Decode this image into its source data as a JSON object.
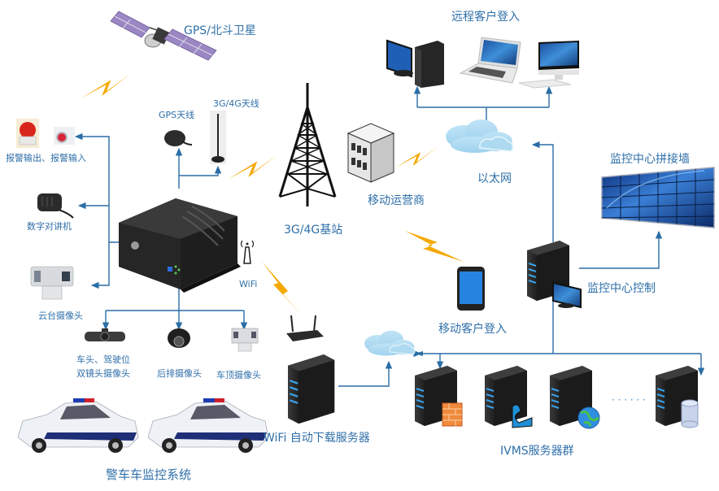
{
  "title": "警车车监控系统",
  "colors": {
    "label": "#2f6fa8",
    "connector": "#2a6da6",
    "signal": "#f5a800",
    "device_dark": "#2b2b2b",
    "server_led": "#3aa0e8",
    "cloud": "#a9d8f0",
    "screen_blue": "#1f5fb5"
  },
  "labels": {
    "satellite": "GPS/北斗卫星",
    "gps_antenna": "GPS天线",
    "cellular_antenna": "3G/4G天线",
    "alarm_io": "报警输出、报警输入",
    "intercom": "数字对讲机",
    "ptz_camera": "云台摄像头",
    "dual_lens_camera_line1": "车头、驾驶位",
    "dual_lens_camera_line2": "双镜头摄像头",
    "rear_camera": "后排摄像头",
    "roof_camera": "车顶摄像头",
    "system_title": "警车车监控系统",
    "base_station": "3G/4G基站",
    "wifi": "WiFi",
    "carrier": "移动运营商",
    "ethernet": "以太网",
    "remote_login": "远程客户登入",
    "mobile_login": "移动客户登入",
    "video_wall": "监控中心拼接墙",
    "control_center": "监控中心控制",
    "wifi_server": "WiFi 自动下载服务器",
    "ivms_cluster": "IVMS服务器群",
    "ellipsis": "· · · · · ·"
  },
  "nodes": [
    {
      "id": "satellite",
      "icon": "satellite-icon"
    },
    {
      "id": "gps_antenna",
      "icon": "gps-antenna-icon"
    },
    {
      "id": "cellular_antenna",
      "icon": "cellular-antenna-icon"
    },
    {
      "id": "alarm_light",
      "icon": "alarm-light-icon"
    },
    {
      "id": "alarm_button",
      "icon": "alarm-button-icon"
    },
    {
      "id": "intercom",
      "icon": "intercom-icon"
    },
    {
      "id": "ptz_camera",
      "icon": "ptz-camera-icon"
    },
    {
      "id": "mdvr",
      "icon": "mdvr-device-icon"
    },
    {
      "id": "dual_lens_camera",
      "icon": "dual-lens-camera-icon"
    },
    {
      "id": "rear_camera",
      "icon": "dome-camera-icon"
    },
    {
      "id": "roof_camera",
      "icon": "roof-camera-icon"
    },
    {
      "id": "police_car_1",
      "icon": "police-car-icon"
    },
    {
      "id": "police_car_2",
      "icon": "police-car-icon"
    },
    {
      "id": "tower",
      "icon": "cell-tower-icon"
    },
    {
      "id": "wifi_antenna",
      "icon": "wifi-antenna-icon"
    },
    {
      "id": "router",
      "icon": "wifi-router-icon"
    },
    {
      "id": "carrier",
      "icon": "building-icon"
    },
    {
      "id": "ethernet_cloud",
      "icon": "cloud-icon"
    },
    {
      "id": "desktop",
      "icon": "desktop-computer-icon"
    },
    {
      "id": "laptop",
      "icon": "laptop-icon"
    },
    {
      "id": "imac",
      "icon": "all-in-one-computer-icon"
    },
    {
      "id": "tablet",
      "icon": "tablet-icon"
    },
    {
      "id": "video_wall",
      "icon": "video-wall-icon"
    },
    {
      "id": "control_server",
      "icon": "server-with-monitor-icon"
    },
    {
      "id": "wifi_server",
      "icon": "server-icon"
    },
    {
      "id": "wifi_cloud",
      "icon": "cloud-icon"
    },
    {
      "id": "firewall_server",
      "icon": "firewall-server-icon"
    },
    {
      "id": "media_server",
      "icon": "media-server-icon"
    },
    {
      "id": "web_server",
      "icon": "web-server-icon"
    },
    {
      "id": "database_server",
      "icon": "database-server-icon"
    }
  ]
}
